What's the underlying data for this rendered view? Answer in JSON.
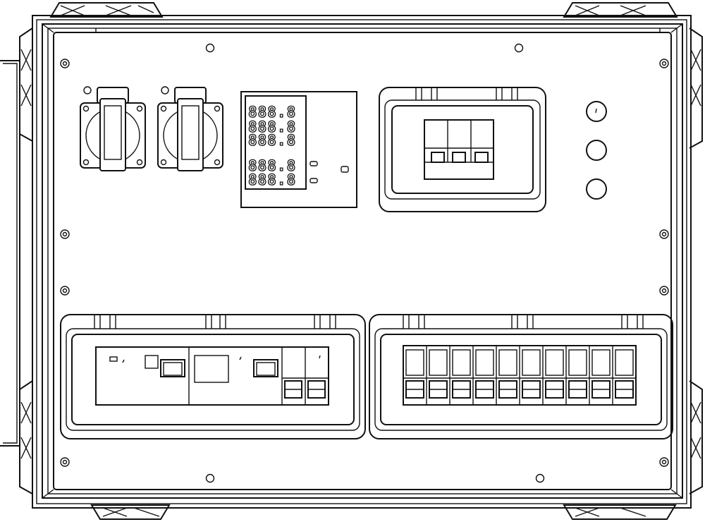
{
  "meter": {
    "readings": [
      "888.8",
      "888.8",
      "888.8",
      "888.8",
      "888.8"
    ]
  },
  "indicator_lamps": 3,
  "sockets": 2,
  "mcb_row": {
    "count": 10
  }
}
